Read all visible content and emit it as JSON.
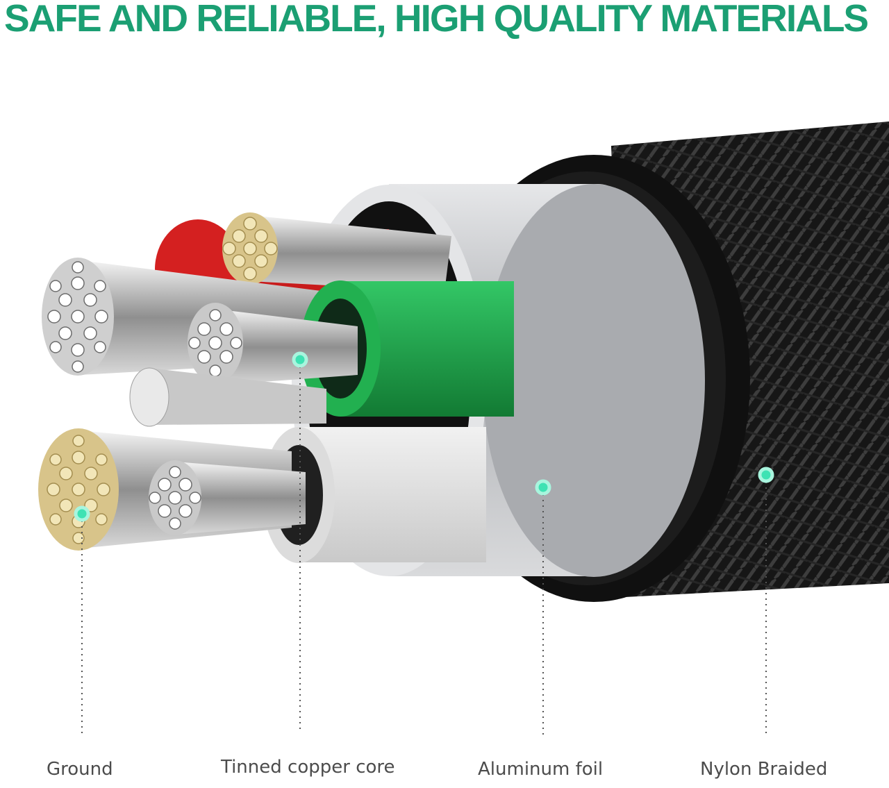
{
  "headline": "SAFE AND RELIABLE, HIGH QUALITY MATERIALS",
  "colors": {
    "accent": "#1b9f73",
    "marker": "#3ee2b3",
    "label_text": "#4c4c4c",
    "braid_dark": "#151515",
    "green_insulation": "#1ea64a",
    "red_insulation": "#d11d1d",
    "aluminum": "#b4b6ba"
  },
  "labels": {
    "ground": "Ground",
    "tinned_copper_core": "Tinned copper core",
    "aluminum_foil": "Aluminum foil",
    "nylon_braided": "Nylon Braided"
  },
  "markers": [
    "ground-marker",
    "tinned-copper-core-marker",
    "aluminum-foil-marker",
    "nylon-braided-marker"
  ]
}
